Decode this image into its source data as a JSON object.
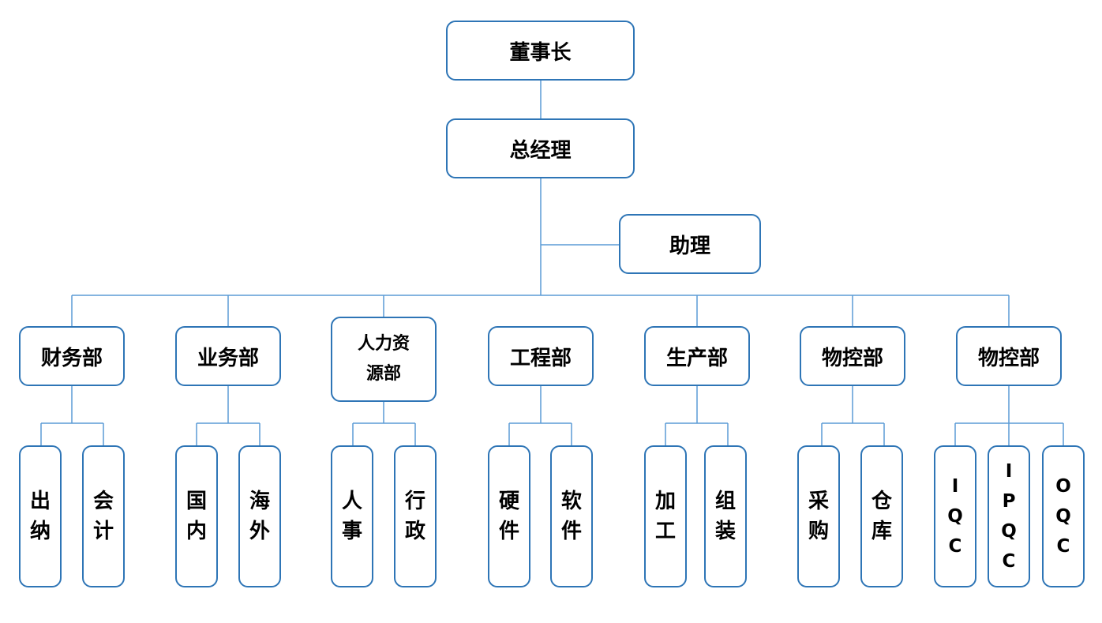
{
  "colors": {
    "border": "#2e75b6",
    "connector": "#5b9bd5",
    "text": "#000000"
  },
  "chairman": "董事长",
  "general_manager": "总经理",
  "assistant": "助理",
  "departments": [
    {
      "name": "财务部",
      "subs": [
        "出纳",
        "会计"
      ]
    },
    {
      "name": "业务部",
      "subs": [
        "国内",
        "海外"
      ]
    },
    {
      "name": "人力资源部",
      "subs": [
        "人事",
        "行政"
      ]
    },
    {
      "name": "工程部",
      "subs": [
        "硬件",
        "软件"
      ]
    },
    {
      "name": "生产部",
      "subs": [
        "加工",
        "组装"
      ]
    },
    {
      "name": "物控部",
      "subs": [
        "采购",
        "仓库"
      ]
    },
    {
      "name": "物控部",
      "subs": [
        "IQC",
        "IPQC",
        "OQC"
      ]
    }
  ]
}
